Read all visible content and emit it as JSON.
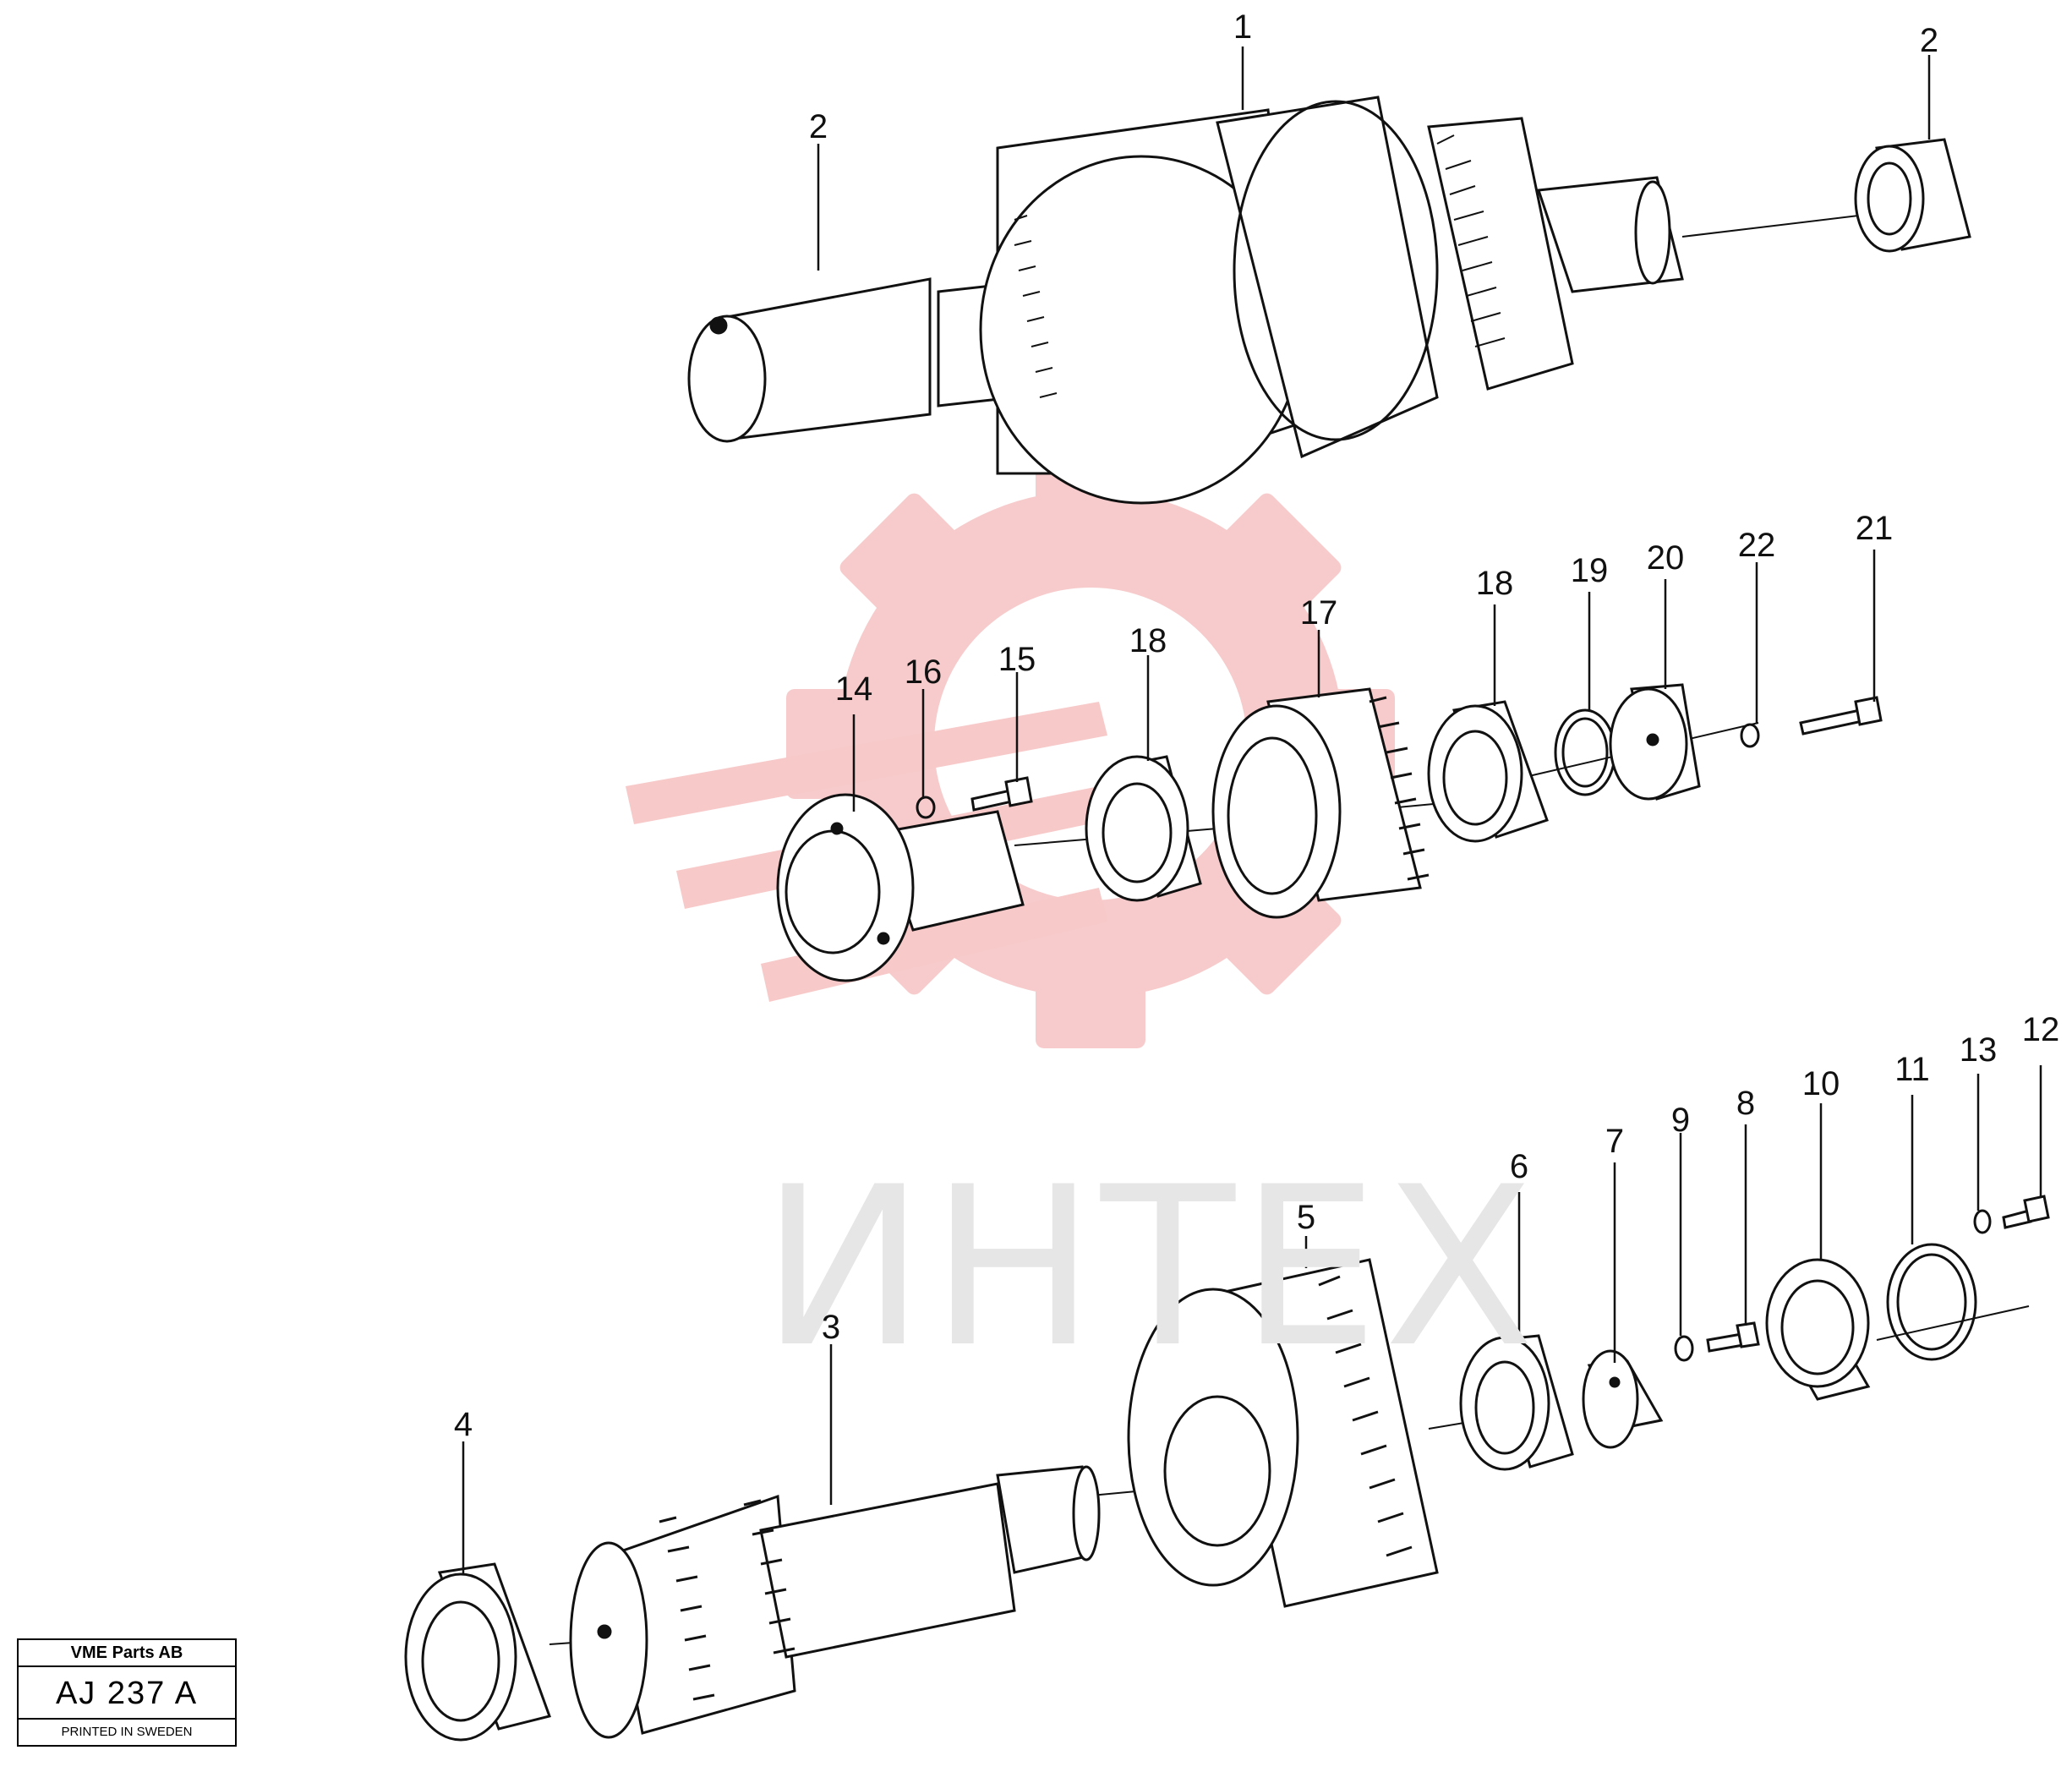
{
  "watermark": {
    "text": "ИНТЕХ",
    "logo": "gear-logo-icon",
    "color": "#f7c9c9"
  },
  "callouts": [
    "1",
    "2",
    "2",
    "3",
    "4",
    "5",
    "6",
    "7",
    "8",
    "9",
    "10",
    "11",
    "12",
    "13",
    "14",
    "15",
    "16",
    "17",
    "18",
    "18",
    "19",
    "20",
    "21",
    "22"
  ],
  "title_block": {
    "company": "VME Parts AB",
    "code": "AJ 237 A",
    "printed": "PRINTED IN SWEDEN"
  }
}
